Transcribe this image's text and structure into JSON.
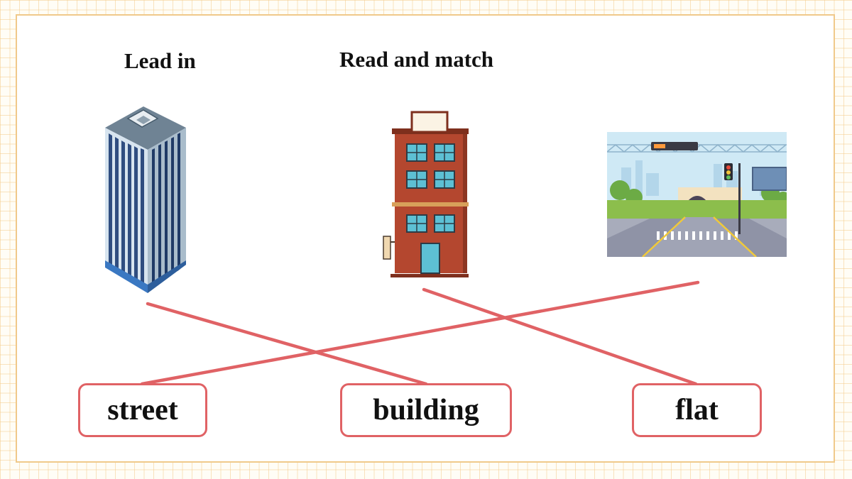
{
  "headings": {
    "lead_in": "Lead in",
    "read_and_match": "Read and match"
  },
  "pictures": [
    {
      "name": "skyscraper-picture",
      "icon": "skyscraper-icon"
    },
    {
      "name": "brick-building-picture",
      "icon": "brick-building-icon"
    },
    {
      "name": "street-scene-picture",
      "icon": "street-scene-icon"
    }
  ],
  "words": {
    "street": "street",
    "building": "building",
    "flat": "flat"
  },
  "matches": [
    {
      "picture": "skyscraper-picture",
      "word": "building"
    },
    {
      "picture": "brick-building-picture",
      "word": "flat"
    },
    {
      "picture": "street-scene-picture",
      "word": "street"
    }
  ],
  "colors": {
    "grid": "#f4cd8c",
    "frame_border": "#f0c98a",
    "match_line": "#e06265",
    "word_box_border": "#e06265"
  }
}
